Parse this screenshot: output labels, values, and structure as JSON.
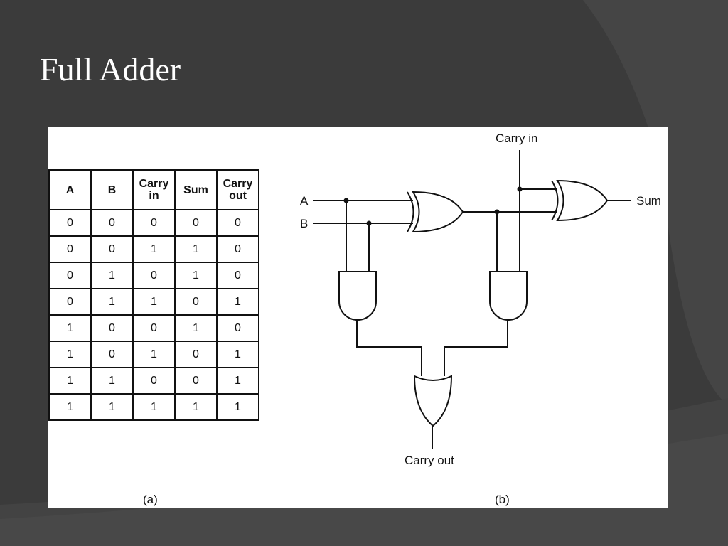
{
  "slide": {
    "title": "Full Adder"
  },
  "colors": {
    "background": "#3b3b3b",
    "panel": "#ffffff",
    "ink": "#111111",
    "title": "#ffffff"
  },
  "truth_table": {
    "headers": [
      [
        "A"
      ],
      [
        "B"
      ],
      [
        "Carry",
        "in"
      ],
      [
        "Sum"
      ],
      [
        "Carry",
        "out"
      ]
    ],
    "rows": [
      [
        "0",
        "0",
        "0",
        "0",
        "0"
      ],
      [
        "0",
        "0",
        "1",
        "1",
        "0"
      ],
      [
        "0",
        "1",
        "0",
        "1",
        "0"
      ],
      [
        "0",
        "1",
        "1",
        "0",
        "1"
      ],
      [
        "1",
        "0",
        "0",
        "1",
        "0"
      ],
      [
        "1",
        "0",
        "1",
        "0",
        "1"
      ],
      [
        "1",
        "1",
        "0",
        "0",
        "1"
      ],
      [
        "1",
        "1",
        "1",
        "1",
        "1"
      ]
    ]
  },
  "circuit": {
    "labels": {
      "input_a": "A",
      "input_b": "B",
      "carry_in": "Carry in",
      "sum": "Sum",
      "carry_out": "Carry out"
    },
    "gates": [
      "xor-gate",
      "xor-gate",
      "and-gate",
      "and-gate",
      "or-gate"
    ]
  },
  "captions": {
    "a": "(a)",
    "b": "(b)"
  }
}
